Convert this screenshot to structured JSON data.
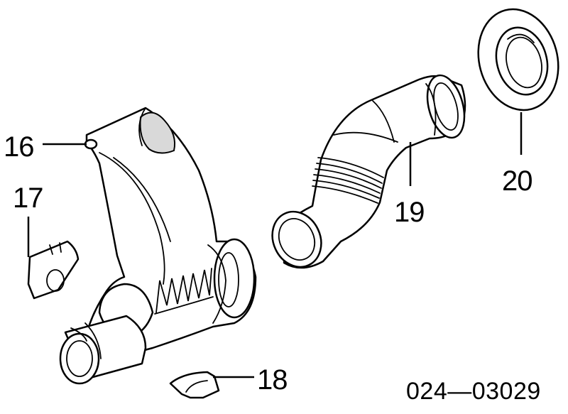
{
  "diagram": {
    "callouts": [
      {
        "id": "16",
        "label": "16"
      },
      {
        "id": "17",
        "label": "17"
      },
      {
        "id": "18",
        "label": "18"
      },
      {
        "id": "19",
        "label": "19"
      },
      {
        "id": "20",
        "label": "20"
      }
    ],
    "figure_code": "024—03029"
  }
}
